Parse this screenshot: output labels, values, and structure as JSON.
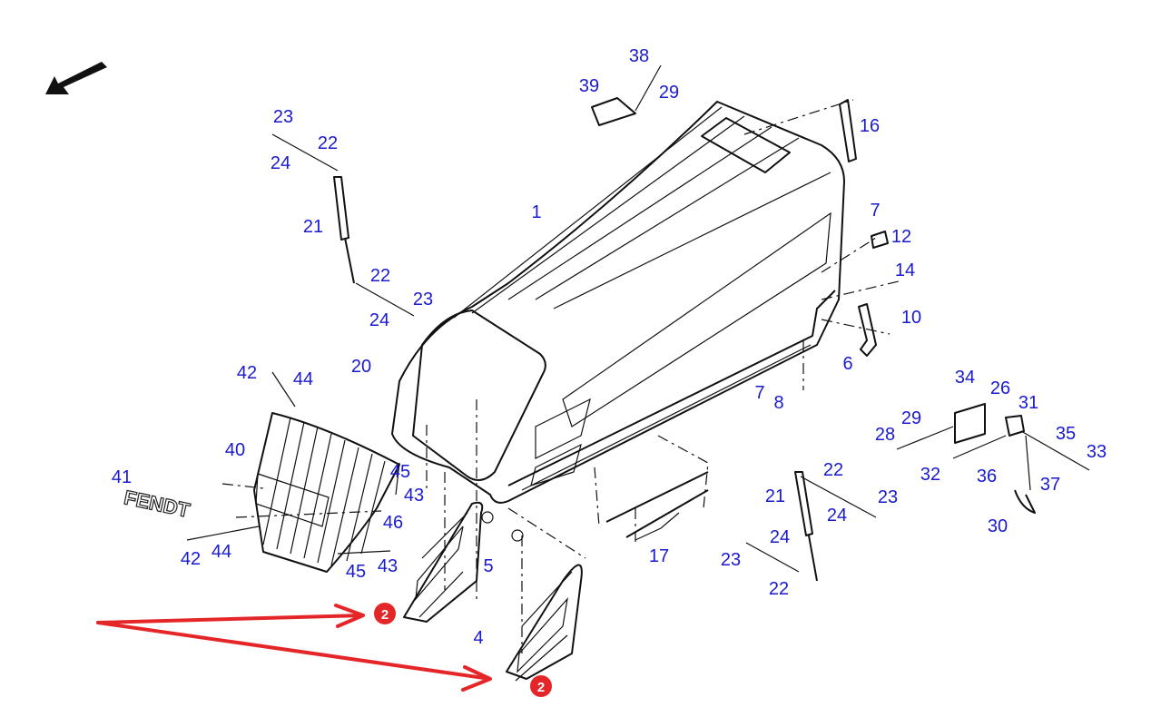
{
  "diagram": {
    "title": "Engine hood exploded parts diagram",
    "callouts": [
      "38",
      "39",
      "29",
      "16",
      "23",
      "22",
      "24",
      "1",
      "21",
      "7",
      "12",
      "14",
      "22",
      "23",
      "24",
      "10",
      "20",
      "6",
      "42",
      "44",
      "34",
      "26",
      "31",
      "7",
      "8",
      "29",
      "28",
      "35",
      "33",
      "40",
      "41",
      "45",
      "43",
      "22",
      "21",
      "23",
      "32",
      "36",
      "37",
      "46",
      "24",
      "30",
      "24",
      "42",
      "44",
      "45",
      "43",
      "5",
      "17",
      "23",
      "22",
      "4"
    ],
    "logo_text": "FENDT",
    "highlight": {
      "badge_label": "2",
      "color": "#e52628"
    },
    "label_color": "#1a1ad0"
  }
}
